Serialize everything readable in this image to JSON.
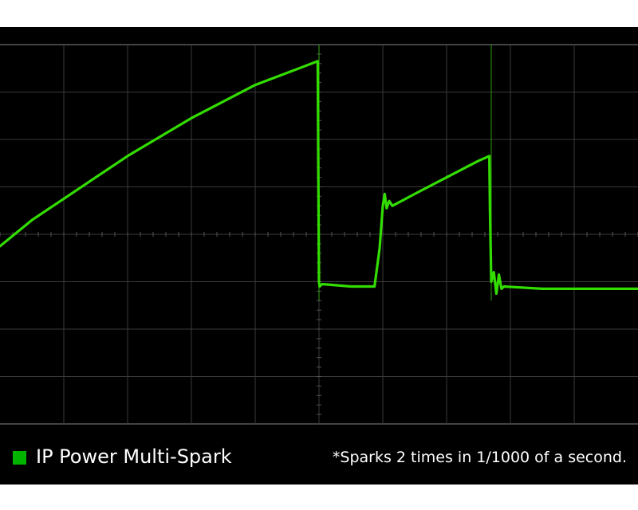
{
  "chart_data": {
    "type": "line",
    "title": "",
    "xlabel": "",
    "ylabel": "",
    "grid": true,
    "xlim": [
      0,
      10
    ],
    "ylim": [
      -4,
      4
    ],
    "series": [
      {
        "name": "IP Power Multi-Spark",
        "color": "#33dd00",
        "points": [
          [
            0.0,
            -0.25
          ],
          [
            0.5,
            0.3
          ],
          [
            1.0,
            0.75
          ],
          [
            1.5,
            1.2
          ],
          [
            2.0,
            1.65
          ],
          [
            2.5,
            2.05
          ],
          [
            3.0,
            2.45
          ],
          [
            3.5,
            2.8
          ],
          [
            4.0,
            3.15
          ],
          [
            4.98,
            3.65
          ],
          [
            4.99,
            1.2
          ],
          [
            5.0,
            -1.0
          ],
          [
            5.01,
            -1.1
          ],
          [
            5.05,
            -1.05
          ],
          [
            5.5,
            -1.1
          ],
          [
            5.87,
            -1.1
          ],
          [
            5.95,
            -0.3
          ],
          [
            6.0,
            0.6
          ],
          [
            6.03,
            0.85
          ],
          [
            6.06,
            0.55
          ],
          [
            6.1,
            0.7
          ],
          [
            6.15,
            0.6
          ],
          [
            6.5,
            0.85
          ],
          [
            7.0,
            1.2
          ],
          [
            7.5,
            1.55
          ],
          [
            7.67,
            1.65
          ],
          [
            7.68,
            0.5
          ],
          [
            7.7,
            -1.0
          ],
          [
            7.74,
            -0.8
          ],
          [
            7.78,
            -1.25
          ],
          [
            7.82,
            -0.85
          ],
          [
            7.86,
            -1.15
          ],
          [
            7.9,
            -1.1
          ],
          [
            8.5,
            -1.15
          ],
          [
            9.0,
            -1.15
          ],
          [
            10.0,
            -1.15
          ]
        ]
      }
    ],
    "spikes": [
      {
        "x": 5.0,
        "y_top": 4.0,
        "y_bottom": -1.4
      },
      {
        "x": 7.7,
        "y_top": 4.0,
        "y_bottom": -1.4
      }
    ],
    "legend": {
      "position": "bottom-left",
      "label": "IP Power Multi-Spark",
      "swatch_color": "#00b400"
    },
    "annotation": "*Sparks 2 times in 1/1000 of a second."
  }
}
